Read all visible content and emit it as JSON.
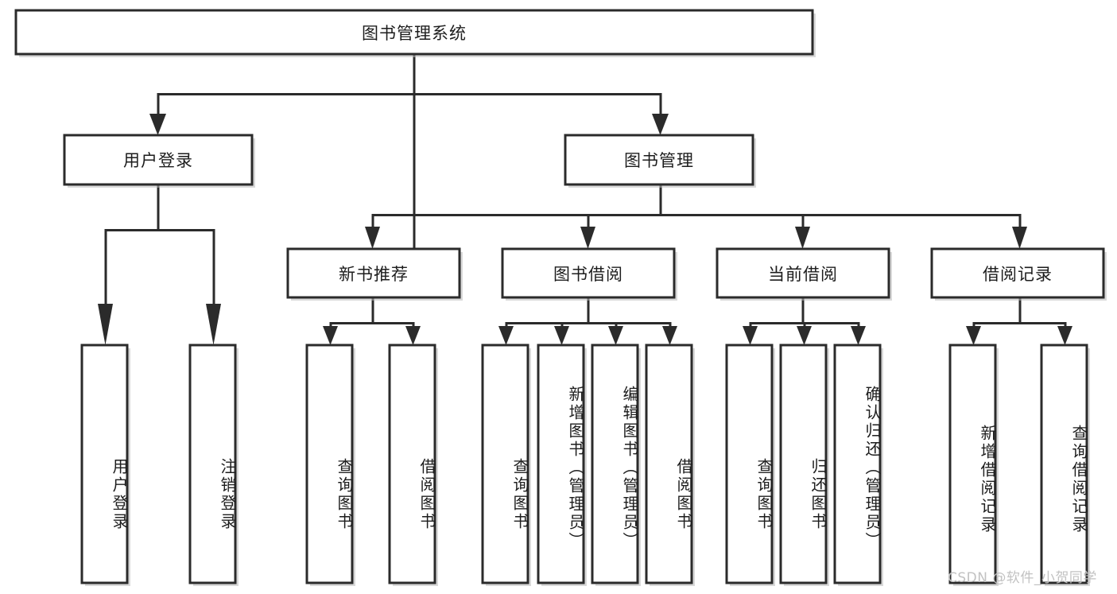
{
  "diagram": {
    "type": "tree-hierarchy-chart",
    "title": "图书管理系统",
    "root": {
      "id": "root",
      "label": "图书管理系统"
    },
    "level2": [
      {
        "id": "user-login",
        "label": "用户登录"
      },
      {
        "id": "book-manage",
        "label": "图书管理"
      }
    ],
    "level3": [
      {
        "id": "new-book-recommend",
        "label": "新书推荐",
        "parent": "book-manage"
      },
      {
        "id": "book-borrow",
        "label": "图书借阅",
        "parent": "book-manage"
      },
      {
        "id": "current-borrow",
        "label": "当前借阅",
        "parent": "book-manage"
      },
      {
        "id": "borrow-record",
        "label": "借阅记录",
        "parent": "book-manage"
      }
    ],
    "leaves": [
      {
        "id": "leaf-user-login",
        "label": "用户登录",
        "parent": "user-login"
      },
      {
        "id": "leaf-logout-login",
        "label": "注销登录",
        "parent": "user-login"
      },
      {
        "id": "leaf-query-book-1",
        "label": "查询图书",
        "parent": "new-book-recommend"
      },
      {
        "id": "leaf-borrow-book-1",
        "label": "借阅图书",
        "parent": "new-book-recommend"
      },
      {
        "id": "leaf-query-book-2",
        "label": "查询图书",
        "parent": "book-borrow"
      },
      {
        "id": "leaf-add-book",
        "label": "新增图书（管理员）",
        "parent": "book-borrow"
      },
      {
        "id": "leaf-edit-book",
        "label": "编辑图书（管理员）",
        "parent": "book-borrow"
      },
      {
        "id": "leaf-borrow-book-2",
        "label": "借阅图书",
        "parent": "book-borrow"
      },
      {
        "id": "leaf-query-book-3",
        "label": "查询图书",
        "parent": "current-borrow"
      },
      {
        "id": "leaf-return-book",
        "label": "归还图书",
        "parent": "current-borrow"
      },
      {
        "id": "leaf-confirm-return",
        "label": "确认归还（管理员）",
        "parent": "current-borrow"
      },
      {
        "id": "leaf-add-record",
        "label": "新增借阅记录",
        "parent": "borrow-record"
      },
      {
        "id": "leaf-query-record",
        "label": "查询借阅记录",
        "parent": "borrow-record"
      }
    ]
  },
  "watermark": {
    "text": "CSDN @软件_小贺同学"
  },
  "colors": {
    "stroke": "#2b2b2b",
    "fill": "#ffffff",
    "text": "#1d1d1d",
    "watermark": "#c2c2c2",
    "background": "#ffffff"
  }
}
